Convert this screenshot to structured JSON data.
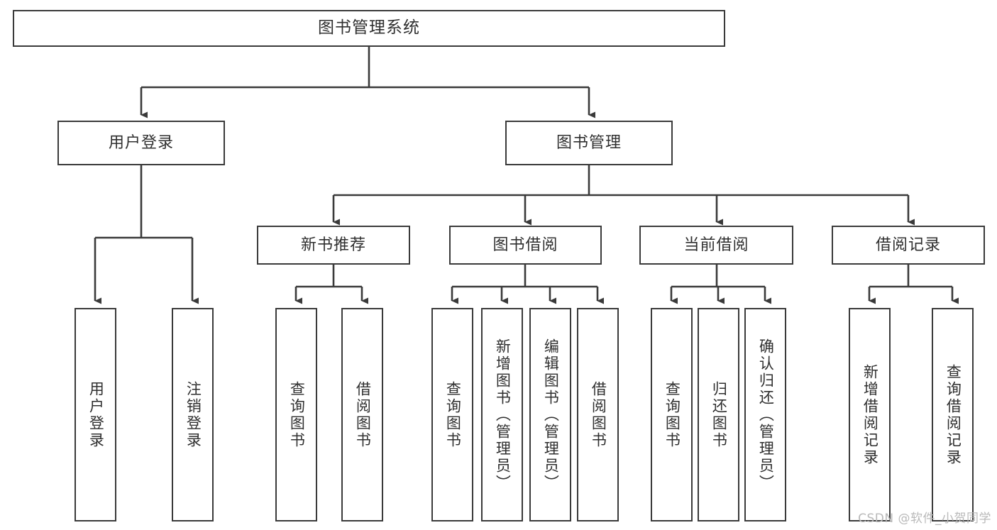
{
  "diagram": {
    "title": "图书管理系统",
    "type": "tree-hierarchy-chart",
    "root": {
      "label": "图书管理系统"
    },
    "level2": [
      {
        "label": "用户登录"
      },
      {
        "label": "图书管理"
      }
    ],
    "level3": [
      {
        "label": "新书推荐"
      },
      {
        "label": "图书借阅"
      },
      {
        "label": "当前借阅"
      },
      {
        "label": "借阅记录"
      }
    ],
    "leaves": [
      {
        "label": "用户登录"
      },
      {
        "label": "注销登录"
      },
      {
        "label": "查询图书"
      },
      {
        "label": "借阅图书"
      },
      {
        "label": "查询图书"
      },
      {
        "label": "新增图书（管理员）"
      },
      {
        "label": "编辑图书（管理员）"
      },
      {
        "label": "借阅图书"
      },
      {
        "label": "查询图书"
      },
      {
        "label": "归还图书"
      },
      {
        "label": "确认归还（管理员）"
      },
      {
        "label": "新增借阅记录"
      },
      {
        "label": "查询借阅记录"
      }
    ]
  },
  "watermark": {
    "text": "CSDN @软件_小贺同学"
  },
  "colors": {
    "stroke": "#3a3a3a",
    "text": "#2f2f2f",
    "background": "#ffffff",
    "watermark": "#b9b9b9"
  }
}
